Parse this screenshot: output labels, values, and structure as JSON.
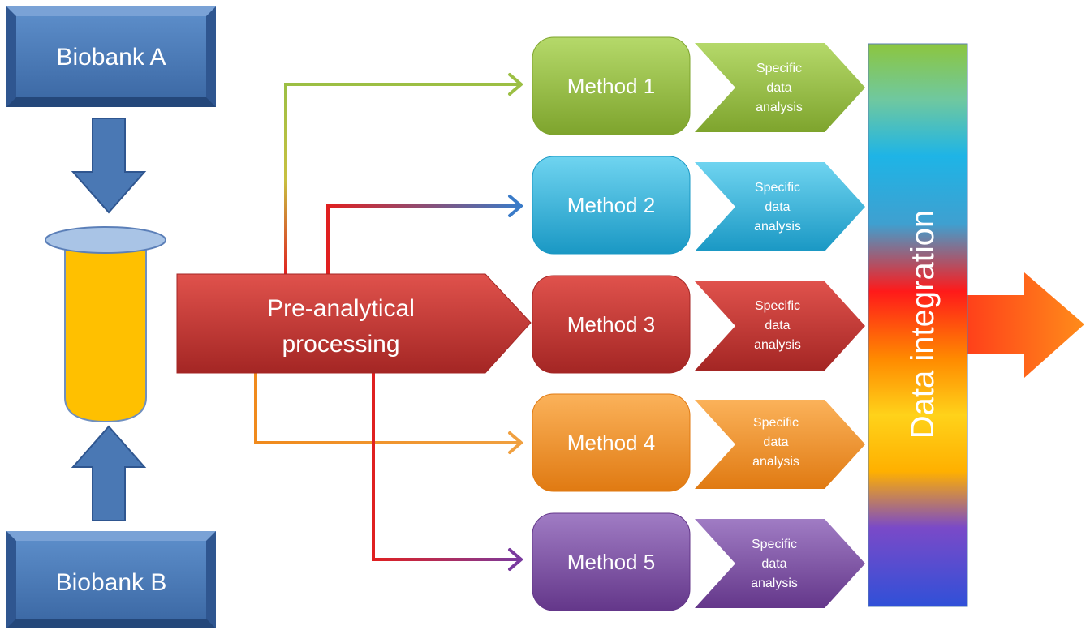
{
  "biobank_a": "Biobank A",
  "biobank_b": "Biobank B",
  "preprocessing": {
    "line1": "Pre-analytical",
    "line2": "processing"
  },
  "methods": [
    {
      "label": "Method 1",
      "analysis": [
        "Specific",
        "data",
        "analysis"
      ],
      "color": "#8fb83a"
    },
    {
      "label": "Method 2",
      "analysis": [
        "Specific",
        "data",
        "analysis"
      ],
      "color": "#1fa6cf"
    },
    {
      "label": "Method 3",
      "analysis": [
        "Specific",
        "data",
        "analysis"
      ],
      "color": "#c0302f"
    },
    {
      "label": "Method 4",
      "analysis": [
        "Specific",
        "data",
        "analysis"
      ],
      "color": "#f08a1c"
    },
    {
      "label": "Method 5",
      "analysis": [
        "Specific",
        "data",
        "analysis"
      ],
      "color": "#7a4a9e"
    }
  ],
  "integration": "Data integration",
  "colors": {
    "biobank": "#4a78b4",
    "tube": "#ffc000",
    "tube_cap": "#a9c4e6",
    "preprocessing": "#c8312e"
  }
}
